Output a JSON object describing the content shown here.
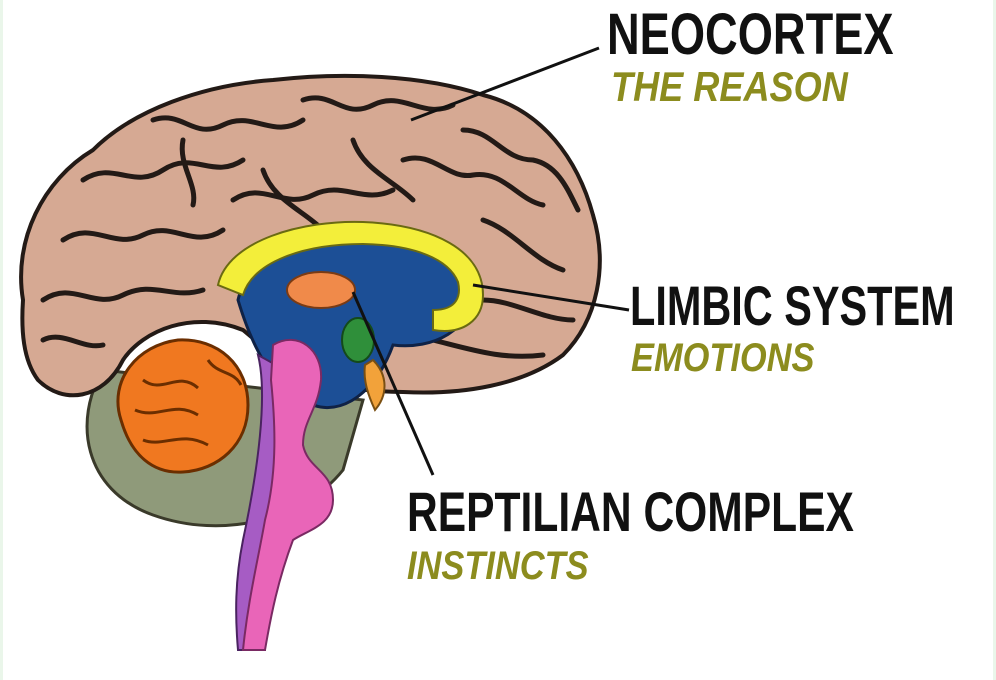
{
  "colors": {
    "neocortex": "#d6a993",
    "neocortex_outline": "#231a16",
    "limbic_yellow": "#f3ee3a",
    "limbic_blue": "#1c4f96",
    "thalamus_orange": "#f08a4a",
    "amygdala_green": "#2f8f3a",
    "reptilian_pink": "#e965b8",
    "reptilian_purple": "#a65cc4",
    "cerebellum": "#f07820",
    "caption_accent": "#8c8c1e"
  },
  "labels": {
    "neocortex": {
      "title": "NEOCORTEX",
      "subtitle": "THE REASON"
    },
    "limbic": {
      "title": "LIMBIC SYSTEM",
      "subtitle": "EMOTIONS"
    },
    "reptilian": {
      "title": "REPTILIAN COMPLEX",
      "subtitle": "INSTINCTS"
    }
  }
}
